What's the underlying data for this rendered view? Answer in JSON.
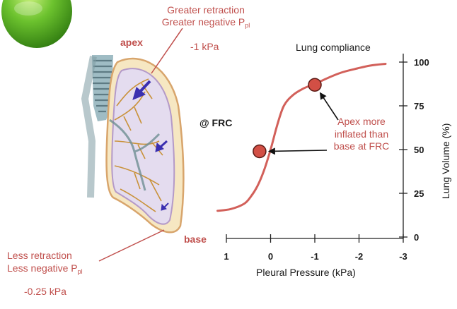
{
  "top_annotation": {
    "line1": "Greater retraction",
    "line2_prefix": "Greater negative P",
    "line2_sub": "pl",
    "value": "-1 kPa"
  },
  "bottom_annotation": {
    "line1": "Less retraction",
    "line2_prefix": "Less negative P",
    "line2_sub": "pl",
    "value": "-0.25 kPa"
  },
  "lung": {
    "apex_label": "apex",
    "base_label": "base"
  },
  "frc_label": "@ FRC",
  "callout": {
    "line1": "Apex more",
    "line2": "inflated than",
    "line3": "base at FRC"
  },
  "colors": {
    "annotation": "#c0504d",
    "curve": "#d2605a",
    "point_fill": "#d24f45",
    "apple": "#5cb82a"
  },
  "icons": {
    "corner": "green-apple-icon"
  },
  "chart_data": {
    "type": "line",
    "title": "Lung compliance",
    "xlabel": "Pleural Pressure (kPa)",
    "ylabel": "Lung Volume (%)",
    "x_ticks": [
      1,
      0,
      -1,
      -2,
      -3
    ],
    "x_tick_labels": [
      "1",
      "0",
      "-1",
      "-2",
      "-3"
    ],
    "y_ticks": [
      0,
      25,
      50,
      75,
      100
    ],
    "y_tick_labels": [
      "0",
      "25",
      "50",
      "75",
      "100"
    ],
    "xlim": [
      1,
      -3
    ],
    "ylim": [
      0,
      100
    ],
    "x_axis_reversed": true,
    "y_axis_side": "right",
    "series": [
      {
        "x": [
          1.2,
          0.9,
          0.6,
          0.45,
          0.3,
          0.15,
          0.0,
          -0.15,
          -0.3,
          -0.5,
          -0.75,
          -1.0,
          -1.3,
          -1.6,
          -1.9,
          -2.25,
          -2.6
        ],
        "y": [
          15,
          16,
          19,
          23,
          29,
          38,
          50,
          64,
          75,
          81,
          85,
          87.5,
          91,
          94,
          96,
          98,
          99
        ]
      }
    ],
    "points": [
      {
        "label": "base",
        "x": 0.25,
        "y": 49
      },
      {
        "label": "apex",
        "x": -1.0,
        "y": 87
      }
    ]
  }
}
